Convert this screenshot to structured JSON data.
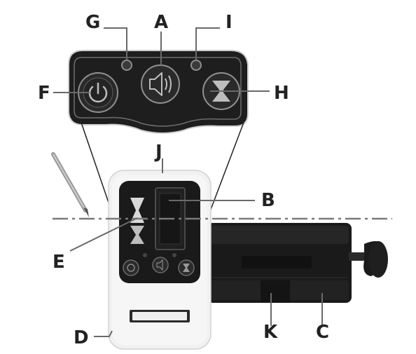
{
  "labels": {
    "a": "A",
    "b": "B",
    "c": "C",
    "d": "D",
    "e": "E",
    "f": "F",
    "g": "G",
    "h": "H",
    "i": "I",
    "j": "J",
    "k": "K"
  },
  "device": {
    "brand_label": "",
    "panel_label": ""
  },
  "colors": {
    "panel_dark": "#1e1e1e",
    "panel_border": "#8a8a8a",
    "body_light": "#f2f2f2",
    "clamp_dark": "#1a1a1a",
    "leader_line": "#555555",
    "laser_line": "#777777"
  }
}
